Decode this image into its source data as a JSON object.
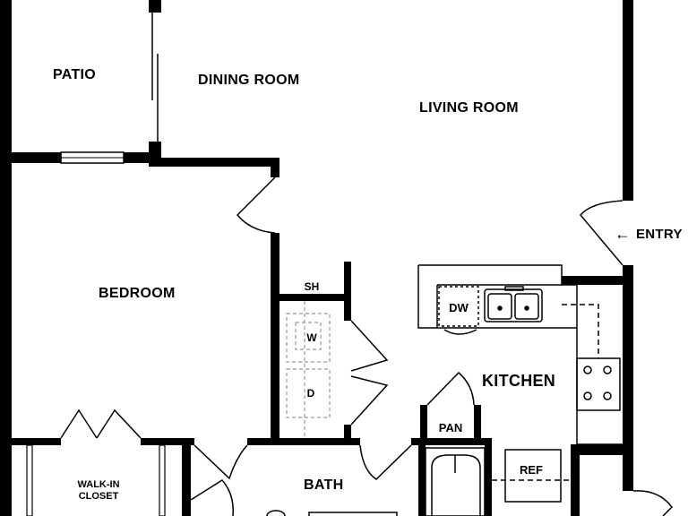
{
  "rooms": {
    "patio": "PATIO",
    "dining_room": "DINING ROOM",
    "living_room": "LIVING ROOM",
    "bedroom": "BEDROOM",
    "kitchen": "KITCHEN",
    "bath": "BATH",
    "walk_in_closet_line1": "WALK-IN",
    "walk_in_closet_line2": "CLOSET"
  },
  "fixtures": {
    "shelf": "SH",
    "washer": "W",
    "dryer": "D",
    "dishwasher": "DW",
    "pantry": "PAN",
    "refrigerator": "REF"
  },
  "entry": {
    "arrow": "←",
    "label": "ENTRY"
  },
  "colors": {
    "wall": "#000000",
    "background": "#ffffff",
    "dashed_fixture": "#888888"
  }
}
